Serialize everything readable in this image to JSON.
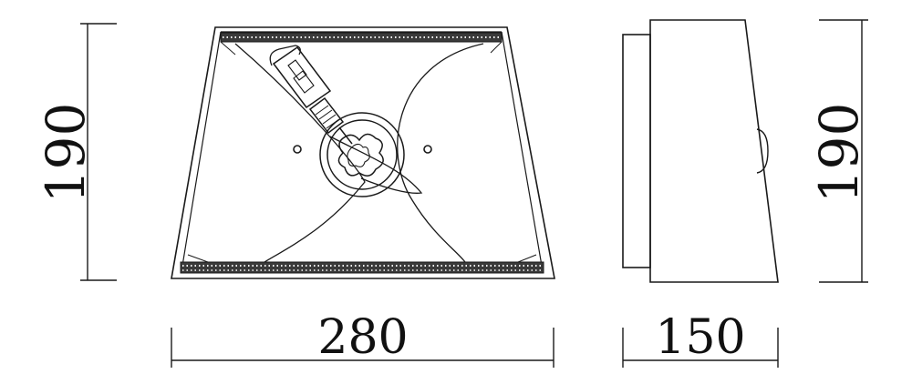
{
  "dimensions": {
    "front_height": "190",
    "front_width": "280",
    "side_height": "190",
    "side_depth": "150"
  },
  "colors": {
    "line": "#1a1a1a",
    "paper": "#ffffff"
  }
}
